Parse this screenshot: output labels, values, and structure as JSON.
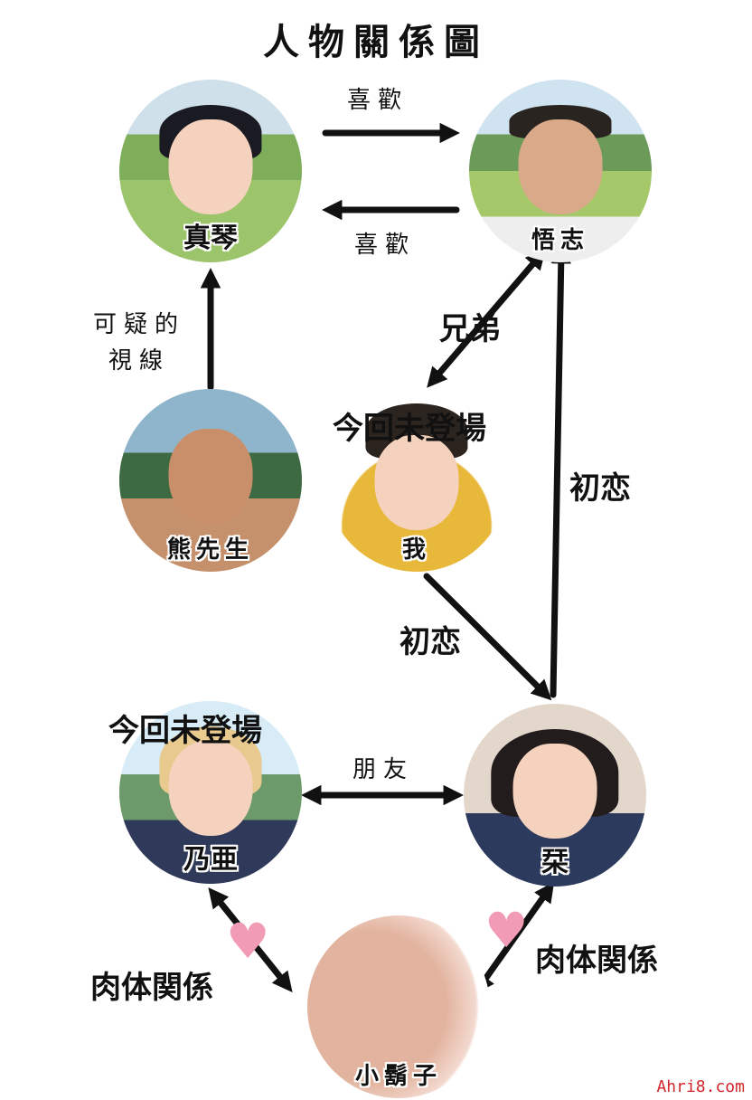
{
  "title": "人物關係圖",
  "characters": {
    "makoto": "真琴",
    "satoshi": "悟志",
    "kuma": "熊先生",
    "me": "我",
    "noa": "乃亜",
    "shiori": "栞",
    "higeko": "小鬍子"
  },
  "relations": {
    "makoto_to_satoshi": "喜歡",
    "satoshi_to_makoto": "喜歡",
    "kuma_to_makoto": "可疑的",
    "kuma_to_makoto_2": "視線",
    "brothers": "兄弟",
    "satoshi_first_love": "初恋",
    "me_first_love": "初恋",
    "friends": "朋友",
    "physical_left": "肉体関係",
    "physical_right": "肉体関係"
  },
  "notes": {
    "me_absent": "今回未登場",
    "noa_absent": "今回未登場"
  },
  "watermark": "Ahri8.com",
  "colors": {
    "heart": "#f29bb4",
    "watermark": "#d0262b",
    "arrow": "#111111"
  }
}
